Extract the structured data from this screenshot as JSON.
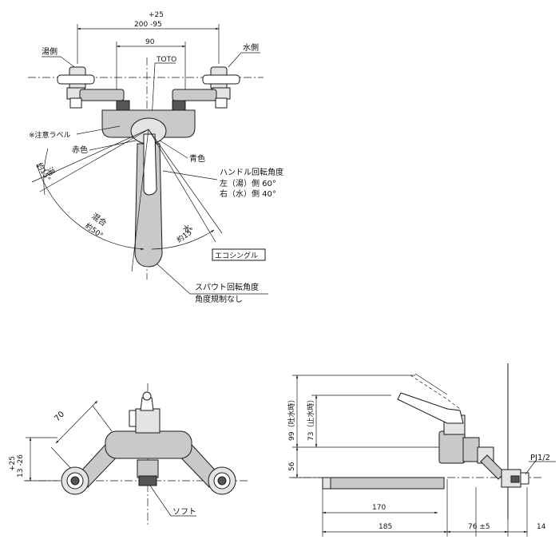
{
  "top_view": {
    "dim_plus": "+25",
    "dim_200": "200 -95",
    "dim_90": "90",
    "label_toto": "TOTO",
    "label_hot_side": "湯側",
    "label_cold_side": "水側",
    "label_caution": "※注意ラベル",
    "label_red": "赤色",
    "label_blue": "青色",
    "handle_rot_title": "ハンドル回転角度",
    "handle_rot_left": "左（湯）側 60°",
    "handle_rot_right": "右（水）側 40°",
    "eco_single": "エコシングル",
    "spout_rot_line1": "スパウト回転角度",
    "spout_rot_line2": "角度規制なし",
    "arc_hot": "湯",
    "arc_hot_angle": "約15°",
    "arc_mix": "混合",
    "arc_mix_angle": "約50°",
    "arc_cold": "水",
    "arc_cold_angle": "約15°"
  },
  "front_view": {
    "dim_70": "70",
    "dim_side_plus": "+25",
    "dim_side": "13 -26",
    "label_soft": "ソフト"
  },
  "side_view": {
    "dim_99": "99（吐水時）",
    "dim_73": "73（止水時）",
    "dim_56": "56",
    "dim_170": "170",
    "dim_185": "185",
    "dim_76": "76 ±5",
    "dim_14": "14",
    "label_pj": "PJ1/2"
  }
}
